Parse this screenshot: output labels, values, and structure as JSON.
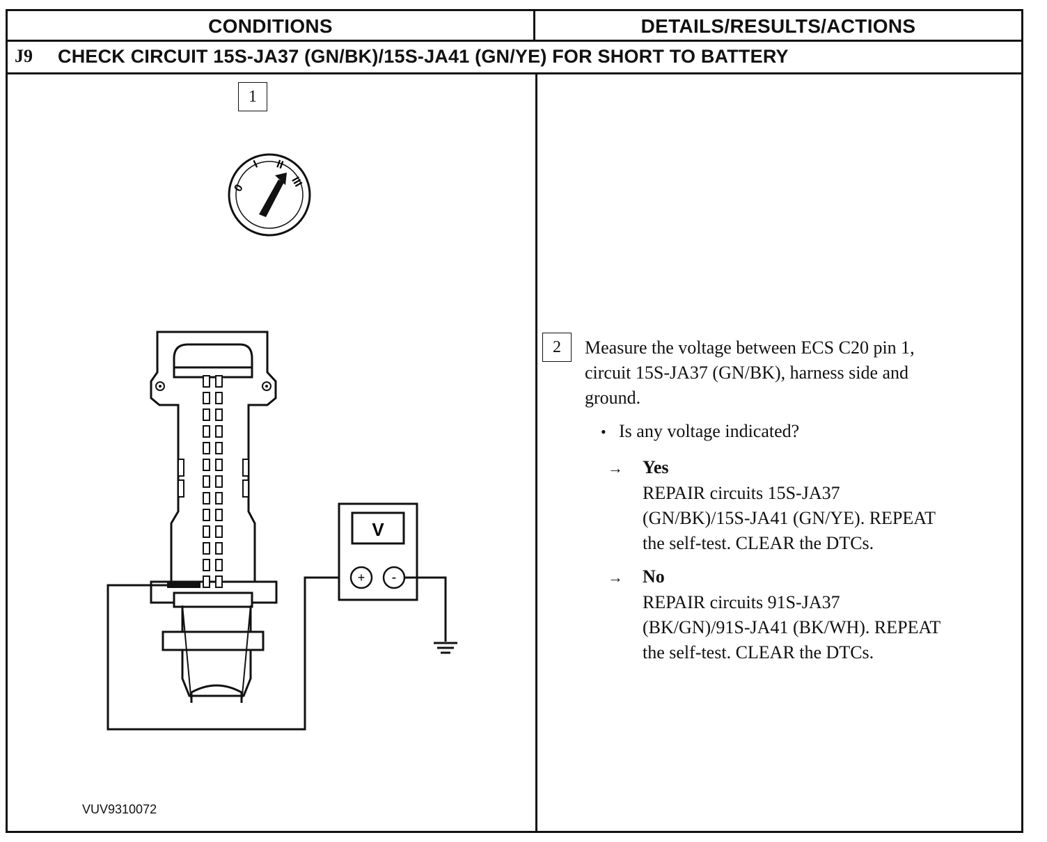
{
  "header": {
    "col1": "CONDITIONS",
    "col2": "DETAILS/RESULTS/ACTIONS"
  },
  "step": {
    "id": "J9",
    "title": "CHECK CIRCUIT 15S-JA37 (GN/BK)/15S-JA41 (GN/YE) FOR SHORT TO BATTERY"
  },
  "conditions": {
    "box1": "1",
    "ignition_positions": [
      "0",
      "I",
      "II",
      "III"
    ],
    "meter_symbol": "V",
    "meter_plus": "+",
    "meter_minus": "-",
    "figure_id": "VUV9310072"
  },
  "details": {
    "box2": "2",
    "instruction_lines": [
      "Measure the voltage between ECS C20 pin 1,",
      "circuit 15S-JA37 (GN/BK), harness side and",
      "ground."
    ],
    "bullet": "Is any voltage indicated?",
    "yes": {
      "label": "Yes",
      "lines": [
        "REPAIR circuits 15S-JA37",
        "(GN/BK)/15S-JA41 (GN/YE). REPEAT",
        "the self-test. CLEAR the DTCs."
      ]
    },
    "no": {
      "label": "No",
      "lines": [
        "REPAIR circuits 91S-JA37",
        "(BK/GN)/91S-JA41 (BK/WH). REPEAT",
        "the self-test. CLEAR the DTCs."
      ]
    }
  }
}
